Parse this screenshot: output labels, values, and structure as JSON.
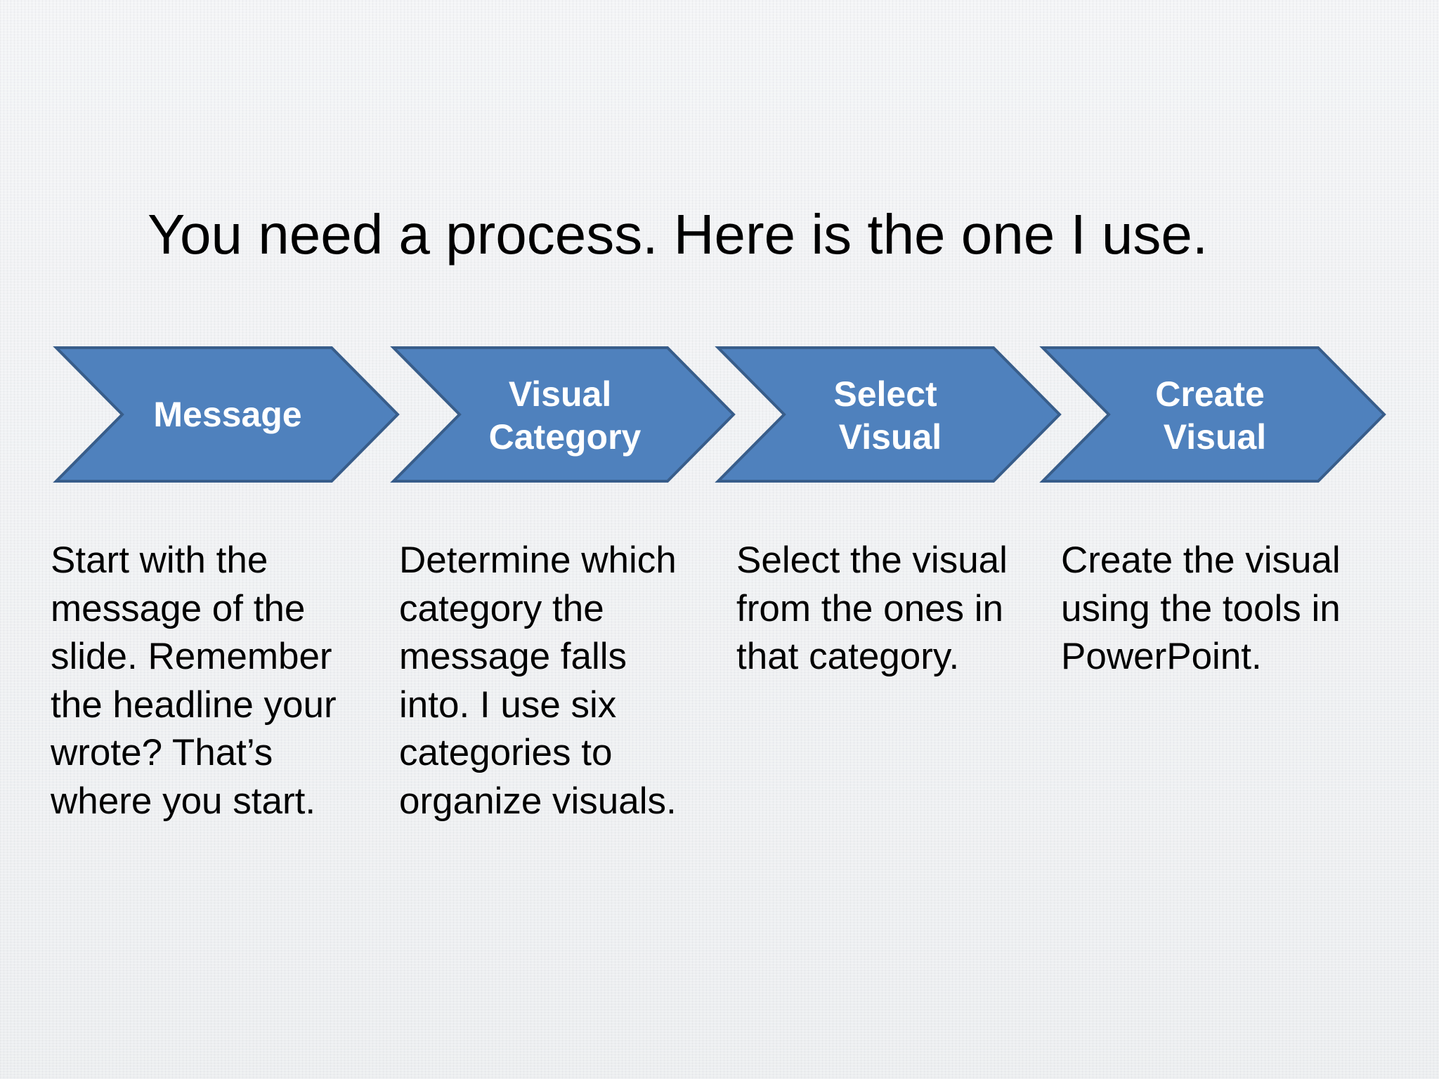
{
  "slide": {
    "title": "You need a process. Here is the one I use."
  },
  "colors": {
    "chevron_fill": "#4f81bd",
    "chevron_border": "#385d8a",
    "label_text": "#ffffff",
    "body_text": "#000000"
  },
  "steps": [
    {
      "label_lines": [
        "Message"
      ],
      "description_lines": [
        "Start with the",
        "message of the",
        "slide. Remember",
        "the headline your",
        "wrote? That’s",
        "where you start."
      ]
    },
    {
      "label_lines": [
        "Visual",
        "Category"
      ],
      "description_lines": [
        "Determine which",
        "category the",
        "message falls",
        "into. I use six",
        "categories to",
        "organize visuals."
      ]
    },
    {
      "label_lines": [
        "Select",
        "Visual"
      ],
      "description_lines": [
        "Select the visual",
        "from the ones in",
        "that category."
      ]
    },
    {
      "label_lines": [
        "Create",
        "Visual"
      ],
      "description_lines": [
        "Create the visual",
        "using the tools in",
        "PowerPoint."
      ]
    }
  ]
}
